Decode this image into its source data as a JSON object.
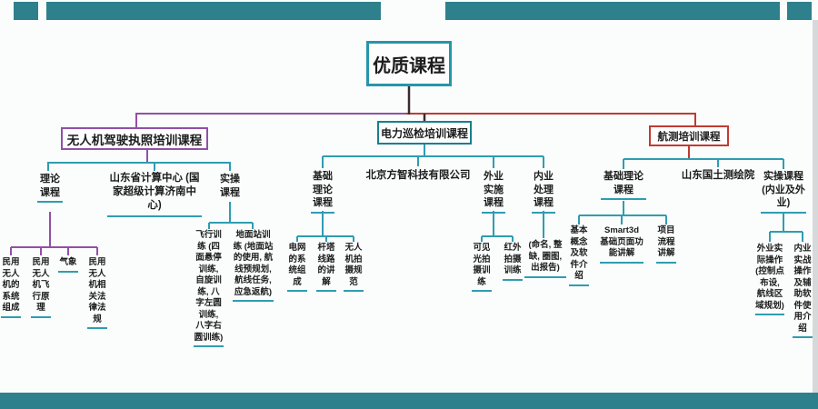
{
  "colors": {
    "teal_bar": "#2e818c",
    "teal_line": "#2f9db0",
    "purple": "#9150a4",
    "red": "#c13b32",
    "dark_stem": "#3d2a2e"
  },
  "root": {
    "label": "优质课程"
  },
  "b1": {
    "label": "无人机驾驶执照培训课程",
    "theory": {
      "label": "理论课程",
      "leaf1": "民用无人机的系统组成",
      "leaf2": "民用无人机飞行原理",
      "leaf3": "气象",
      "leaf4": "民用无人机相关法律法规"
    },
    "provider": {
      "label": "山东省计算中心 (国家超级计算济南中心)"
    },
    "practice": {
      "label": "实操课程",
      "leaf1": "飞行训练 (四面悬停训练, 自旋训练, 八字左圆训练, 八字右圆训练)",
      "leaf2": "地面站训练 (地面站的使用, 航线预规划, 航线任务, 应急返航)"
    }
  },
  "b2": {
    "label": "电力巡检培训课程",
    "theory": {
      "label": "基础理论课程",
      "leaf1": "电网的系统组成",
      "leaf2": "杆塔线路的讲解",
      "leaf3": "无人机拍摄规范"
    },
    "provider": {
      "label": "北京方智科技有限公司"
    },
    "field": {
      "label": "外业实施课程",
      "leaf1": "可见光拍摄训练",
      "leaf2": "红外拍摄训练"
    },
    "office": {
      "label": "内业处理课程",
      "leaf1": "(命名, 整缺, 圈图, 出报告)"
    }
  },
  "b3": {
    "label": "航测培训课程",
    "theory": {
      "label": "基础理论课程",
      "leaf1": "基本概念及软件介绍",
      "leaf2": "Smart3d 基础页面功能讲解",
      "leaf3": "项目流程讲解"
    },
    "provider": {
      "label": "山东国土测绘院"
    },
    "practice": {
      "label": "实操课程 (内业及外业)",
      "leaf1": "外业实际操作 (控制点布设, 航线区域规划)",
      "leaf2": "内业实战操作及辅助软件使用介绍"
    }
  }
}
